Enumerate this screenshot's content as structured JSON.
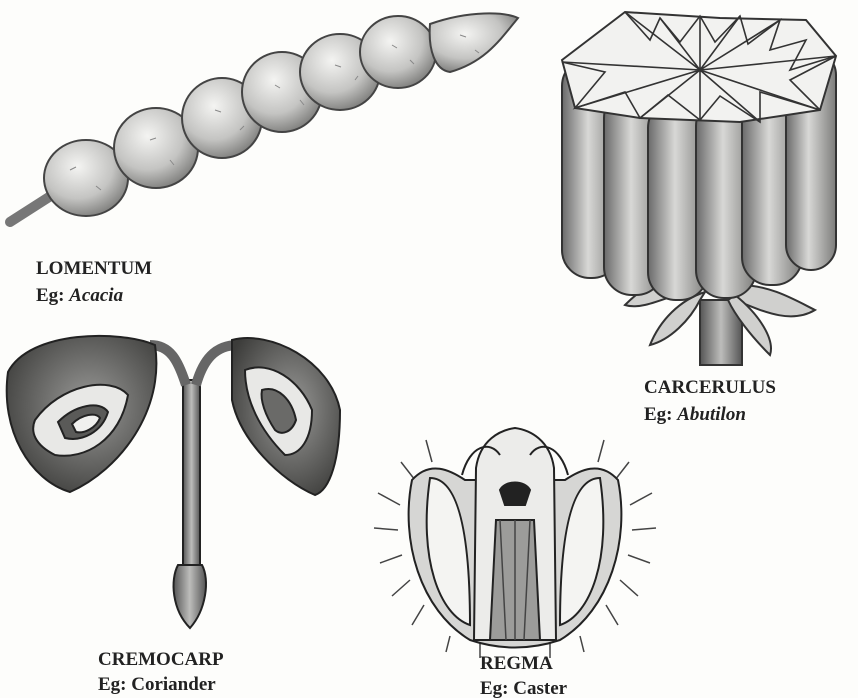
{
  "figures": {
    "lomentum": {
      "name": "LOMENTUM",
      "eg_prefix": "Eg:",
      "example": "Acacia",
      "example_italic": true
    },
    "carcerulus": {
      "name": "CARCERULUS",
      "eg_prefix": "Eg:",
      "example": "Abutilon",
      "example_italic": true
    },
    "cremocarp": {
      "name": "CREMOCARP",
      "eg_prefix": "Eg:",
      "example": "Coriander",
      "example_italic": false
    },
    "regma": {
      "name": "REGMA",
      "eg_prefix": "Eg:",
      "example": "Caster",
      "example_italic": false
    }
  },
  "colors": {
    "ink": "#222222",
    "shade_dark": "#555555",
    "shade_mid": "#8a8a8a",
    "shade_light": "#c9c9c9",
    "paper": "#fdfdfb"
  }
}
